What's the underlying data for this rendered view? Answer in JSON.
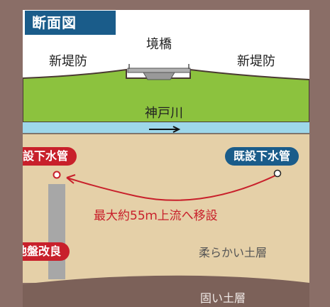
{
  "title": "断面図",
  "labels": {
    "bridge": "境橋",
    "levee_left": "新堤防",
    "levee_right": "新堤防",
    "river": "神戸川",
    "new_pipe": "新設下水管",
    "old_pipe": "既設下水管",
    "relocation": "最大約55ｍ上流へ移設",
    "ground_improvement": "地盤改良",
    "soft_layer": "柔らかい土層",
    "hard_layer": "固い土層"
  },
  "colors": {
    "outer": "#8a6e67",
    "sky": "#ffffff",
    "embankment": "#8cc23e",
    "water": "#9ed7ea",
    "soft_soil": "#e5d0a8",
    "hard_soil": "#7c6159",
    "improvement_column": "#a7a7a7",
    "accent_red": "#c8202b",
    "accent_blue": "#1a5c8a"
  },
  "icons": {
    "flow": "flow-arrow-icon",
    "new_pipe_marker": "new-pipe-marker-icon",
    "old_pipe_marker": "old-pipe-marker-icon"
  }
}
